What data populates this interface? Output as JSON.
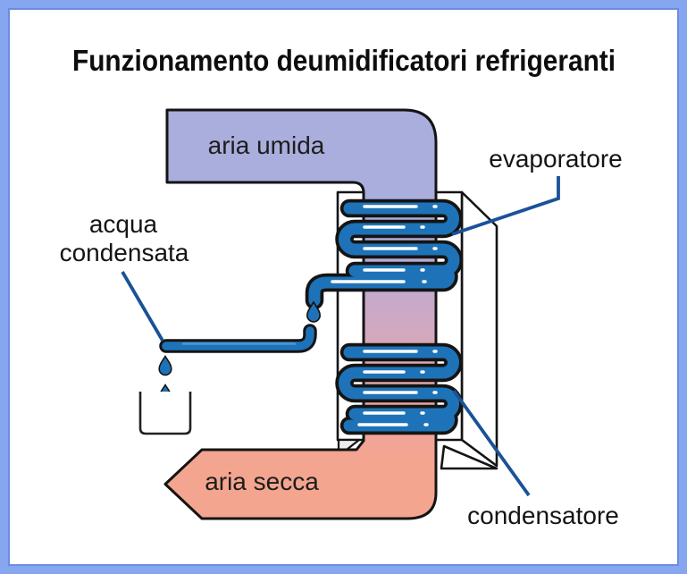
{
  "title": "Funzionamento deumidificatori refrigeranti",
  "diagram": {
    "labels": {
      "humid_air": "aria umida",
      "evaporator": "evaporatore",
      "condensed_water_1": "acqua",
      "condensed_water_2": "condensata",
      "condenser": "condensatore",
      "dry_air": "aria secca"
    },
    "colors": {
      "frame_outer": "#87a6f0",
      "frame_inner": "#6d8ae4",
      "outline": "#141414",
      "coil_blue": "#1e73b8",
      "leader_line": "#1a5296",
      "humid_air_fill": "#a9aedc",
      "dry_air_fill": "#f4a58f",
      "duct_gradient": [
        "#a9aedc",
        "#b9aad5",
        "#cfa9c2",
        "#e4a7ac",
        "#f1a596",
        "#f4a58f"
      ]
    }
  }
}
